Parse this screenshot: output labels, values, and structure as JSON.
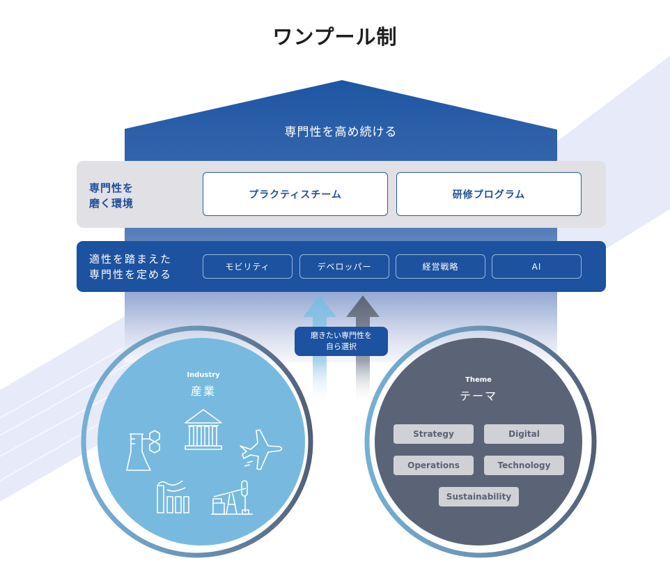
{
  "title": "ワンプール制",
  "roof": {
    "label": "専門性を高め続ける"
  },
  "environment": {
    "label_line1": "専門性を",
    "label_line2": "磨く環境",
    "boxes": [
      "プラクティスチーム",
      "研修プログラム"
    ]
  },
  "specialty": {
    "label_line1": "適性を踏まえた",
    "label_line2": "専門性を定める",
    "options": [
      "モビリティ",
      "デベロッパー",
      "経営戦略",
      "AI"
    ]
  },
  "selection": {
    "line1": "磨きたい専門性を",
    "line2": "自ら選択"
  },
  "industry": {
    "subtitle": "Industry",
    "title": "産業",
    "icons": [
      "chemistry-icon",
      "bank-icon",
      "airplane-icon",
      "factory-icon",
      "oil-pump-icon"
    ]
  },
  "theme": {
    "subtitle": "Theme",
    "title": "テーマ",
    "items": [
      "Strategy",
      "Digital",
      "Operations",
      "Technology",
      "Sustainability"
    ]
  },
  "colors": {
    "brand_blue": "#1c529f",
    "industry_blue": "#78badf",
    "theme_slate": "#5b6476",
    "band_grey": "#e1e0e4"
  }
}
